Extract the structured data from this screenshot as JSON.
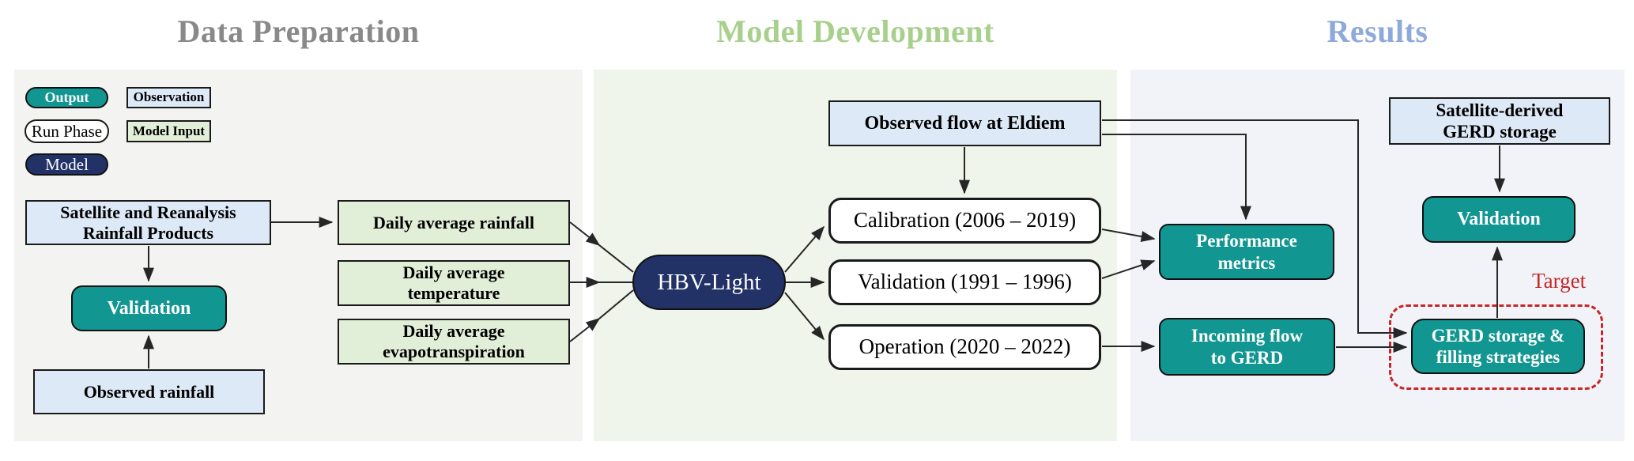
{
  "headings": {
    "data_preparation": {
      "label": "Data Preparation",
      "color": "#898989"
    },
    "model_development": {
      "label": "Model Development",
      "color": "#A8D08D"
    },
    "results": {
      "label": "Results",
      "color": "#8EA9DB"
    }
  },
  "legend": {
    "output": "Output",
    "observation": "Observation",
    "run_phase": "Run Phase",
    "model_input": "Model Input",
    "model": "Model"
  },
  "nodes": {
    "satellite_products": "Satellite and Reanalysis\nRainfall Products",
    "validation_rainfall": "Validation",
    "observed_rainfall": "Observed rainfall",
    "daily_rainfall": "Daily average rainfall",
    "daily_temperature": "Daily average\ntemperature",
    "daily_evapotranspiration": "Daily average\nevapotranspiration",
    "hbv_model": "HBV-Light",
    "observed_flow": "Observed flow at Eldiem",
    "calibration": "Calibration (2006 – 2019)",
    "validation_run": "Validation (1991 – 1996)",
    "operation": "Operation (2020 – 2022)",
    "performance_metrics": "Performance\nmetrics",
    "incoming_flow": "Incoming flow\nto GERD",
    "satellite_gerd": "Satellite-derived\nGERD storage",
    "validation_gerd": "Validation",
    "gerd_storage": "GERD storage &\nfilling strategies",
    "target": "Target"
  },
  "colors": {
    "teal": "#129691",
    "navy": "#223267",
    "light_blue": "#DDE9F6",
    "light_green": "#E2EFD8",
    "panel_left": "#F3F3F1",
    "panel_mid": "#EFF5EA",
    "panel_right": "#F2F3F8",
    "target_red": "#C52727",
    "arrow": "#262626"
  }
}
